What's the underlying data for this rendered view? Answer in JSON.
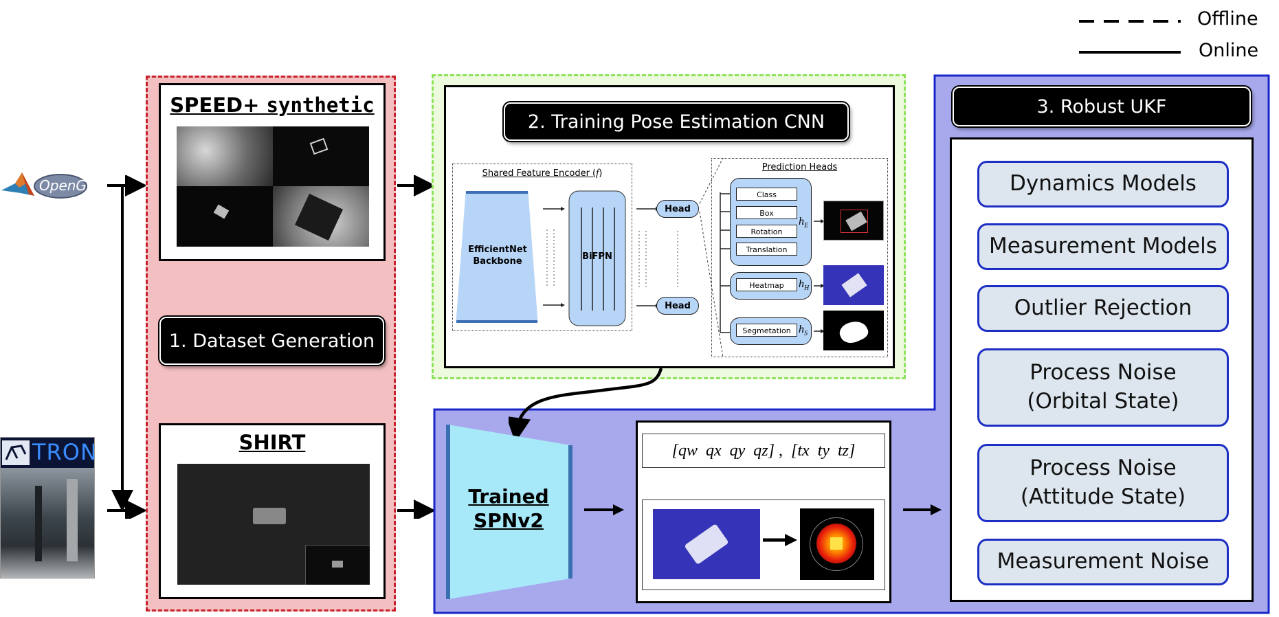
{
  "legend": {
    "offline": "Offline",
    "online": "Online"
  },
  "inputs": {
    "opengl_logo": "OpenGL",
    "tron_logo": "TRON"
  },
  "panel1": {
    "synthetic_title_a": "SPEED+",
    "synthetic_title_b": "synthetic",
    "stage_label": "1. Dataset Generation",
    "shirt_title": "SHIRT"
  },
  "panel2": {
    "stage_label": "2. Training Pose Estimation CNN",
    "encoder_label": "Shared Feature Encoder (",
    "encoder_symbol": "f",
    "encoder_close": ")",
    "backbone_line1": "EfficientNet",
    "backbone_line2": "Backbone",
    "bifpn": "BiFPN",
    "head_top": "Head",
    "head_bottom": "Head",
    "prediction_heads": "Prediction Heads",
    "heads": [
      "Class",
      "Box",
      "Rotation",
      "Translation"
    ],
    "heatmap": "Heatmap",
    "segmentation": "Segmetation",
    "hE": "h",
    "hE_sub": "E",
    "hH": "h",
    "hH_sub": "H",
    "hS": "h",
    "hS_sub": "S"
  },
  "model": {
    "line1": "Trained",
    "line2": "SPNv2"
  },
  "output": {
    "q_vector": "[q",
    "pose_text": "[qw  qx  qy  qz] ,  [tx  ty  tz]"
  },
  "panel3": {
    "stage_label": "3. Robust UKF",
    "items": [
      "Dynamics Models",
      "Measurement Models",
      "Outlier Rejection",
      "Process Noise\n(Orbital State)",
      "Process Noise\n(Attitude State)",
      "Measurement Noise"
    ]
  },
  "colors": {
    "panel1_fill": "#f4bfc1",
    "panel1_border": "#c8202a",
    "panel2_fill": "#edfade",
    "panel2_border": "#8fe35c",
    "panel3_fill": "#a7a9ec",
    "panel3_border": "#1a25c9",
    "model_fill": "#a8e9f9",
    "ukf_item_fill": "#dde6ee"
  }
}
